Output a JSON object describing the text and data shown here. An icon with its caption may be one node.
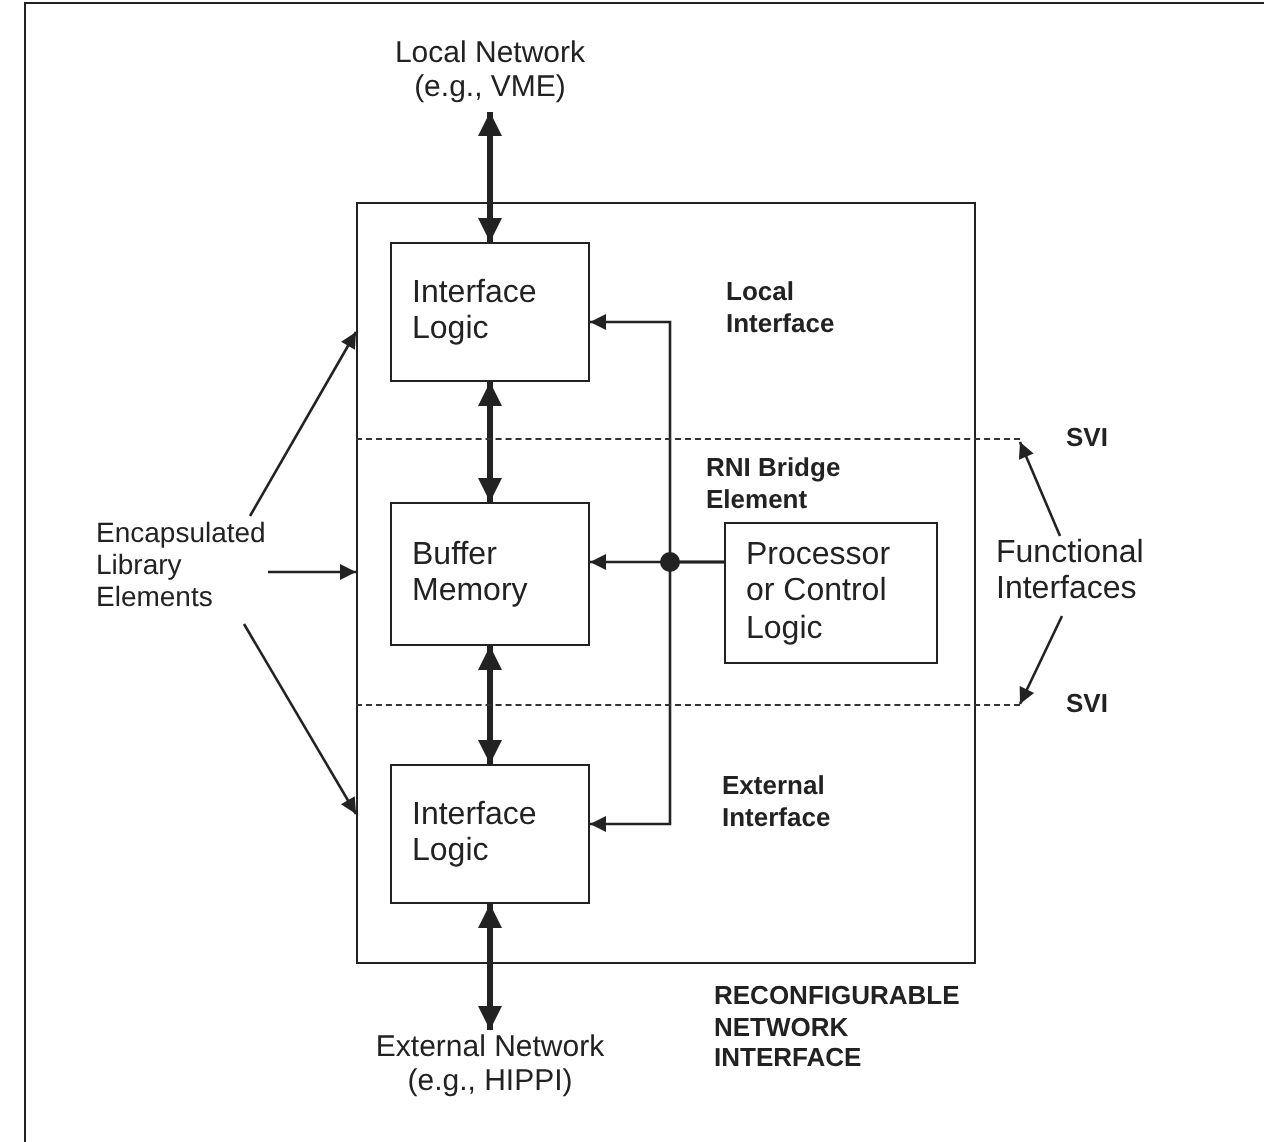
{
  "diagram": {
    "nodes": [
      {
        "text": [
          "Local Network (e.g., VME)"
        ]
      },
      {
        "text": [
          "RECONFIGURABLE NETWORK INTERFACE"
        ]
      },
      {
        "text": [
          "Interface Logic"
        ],
        "in": 1
      },
      {
        "text": [
          "Buffer Memory"
        ],
        "in": 1
      },
      {
        "text": [
          "Processor or Control Logic"
        ],
        "in": 1
      },
      {
        "text": [
          "Interface Logic"
        ],
        "in": 1
      },
      {
        "text": [
          "External Network (e.g., HIPPI)"
        ]
      },
      {
        "text": [
          "Encapsulated Library Elements"
        ]
      },
      {
        "text": [
          "Functional Interfaces"
        ]
      },
      {
        "text": [],
        "shape": "line",
        "beside": [
          "SVI"
        ]
      },
      {
        "text": [],
        "shape": "line",
        "beside": [
          "SVI"
        ]
      }
    ],
    "edges": [
      {
        "from": 0,
        "to": 2,
        "arrow": "both",
        "style": "thick"
      },
      {
        "from": 2,
        "to": 3,
        "arrow": "both",
        "style": "thick"
      },
      {
        "from": 3,
        "to": 5,
        "arrow": "both",
        "style": "thick"
      },
      {
        "from": 5,
        "to": 6,
        "arrow": "both",
        "style": "thick"
      },
      {
        "from": 4,
        "to": 2,
        "arrow": "to"
      },
      {
        "from": 4,
        "to": 3,
        "arrow": "to"
      },
      {
        "from": 4,
        "to": 5,
        "arrow": "to"
      },
      {
        "from": 7,
        "to": 1,
        "arrow": "to"
      },
      {
        "from": 7,
        "to": 1,
        "arrow": "to"
      },
      {
        "from": 7,
        "to": 1,
        "arrow": "to"
      },
      {
        "from": 8,
        "to": 9,
        "arrow": "to"
      },
      {
        "from": 8,
        "to": 10,
        "arrow": "to"
      }
    ],
    "labels": [
      "Local Interface",
      "RNI Bridge Element",
      "External Interface"
    ]
  }
}
